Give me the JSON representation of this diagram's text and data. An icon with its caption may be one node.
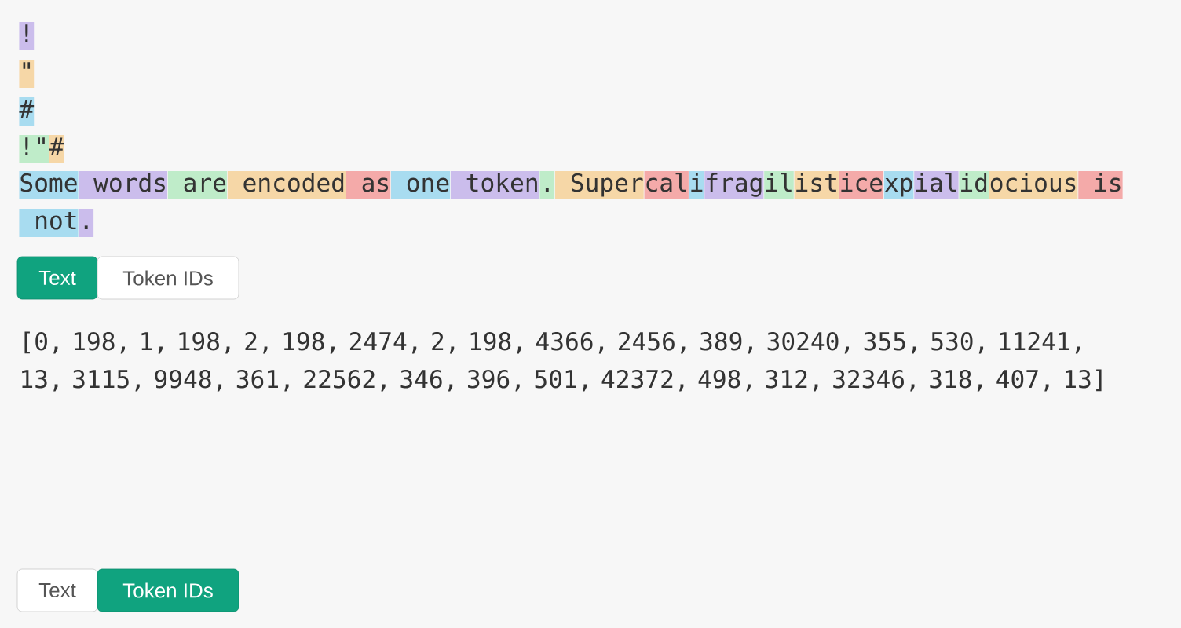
{
  "diagram": {
    "labels": [
      "!",
      "\"",
      "#",
      "!\"",
      "#",
      "Some",
      "words",
      "are",
      "encoded",
      "as",
      "one",
      "token",
      ".",
      "Super",
      "cal",
      "i",
      "frag",
      "il",
      "ist",
      "ice",
      "xp",
      "ial",
      "id",
      "ocious",
      "is",
      "not",
      ".",
      "Text",
      "Token IDs",
      "[0, 198, 1, 198, 2, 198, 2474, 2, 198, 4366, 2456, 389, 30240, 355, 530, 11241, 13, 3115, 9948, 361, 22562, 346, 396, 501, 42372, 498, 312, 32346, 318, 407, 13]",
      "Text",
      "Token IDs"
    ]
  }
}
